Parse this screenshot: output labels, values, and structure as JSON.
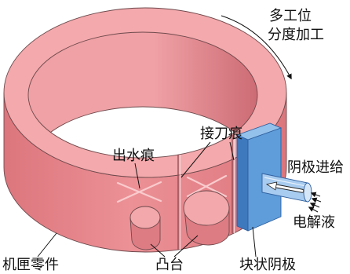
{
  "labels": {
    "multi_station": "多工位",
    "indexing": "分度加工",
    "tool_joint_mark": "接刀痕",
    "water_outlet_mark": "出水痕",
    "cathode_feed": "阴极进给",
    "electrolyte": "电解液",
    "casing_part": "机匣零件",
    "boss": "凸台",
    "block_cathode": "块状阴极"
  },
  "colors": {
    "ring_top": "#F4A9AC",
    "ring_wall": "#EC9196",
    "ring_wall_shade": "#DC767D",
    "inner_wall_light": "#EFA1A5",
    "inner_wall_dark": "#CD6B74",
    "boss_face": "#F3A8AB",
    "boss_body": "#DE7C83",
    "water_mark": "#F9CBCD",
    "cathode_front": "#5E9CDA",
    "cathode_side": "#3E78BD",
    "cathode_top": "#94C1EC",
    "feed_pipe": "#A8CCF0",
    "feed_pipe_end": "#D6E8F8"
  }
}
